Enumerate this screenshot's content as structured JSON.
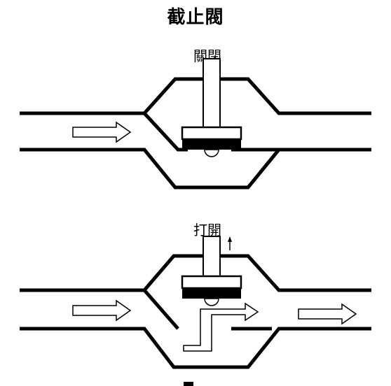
{
  "title": "截止閥",
  "states": {
    "closed_label": "關閉",
    "open_label": "打開"
  }
}
